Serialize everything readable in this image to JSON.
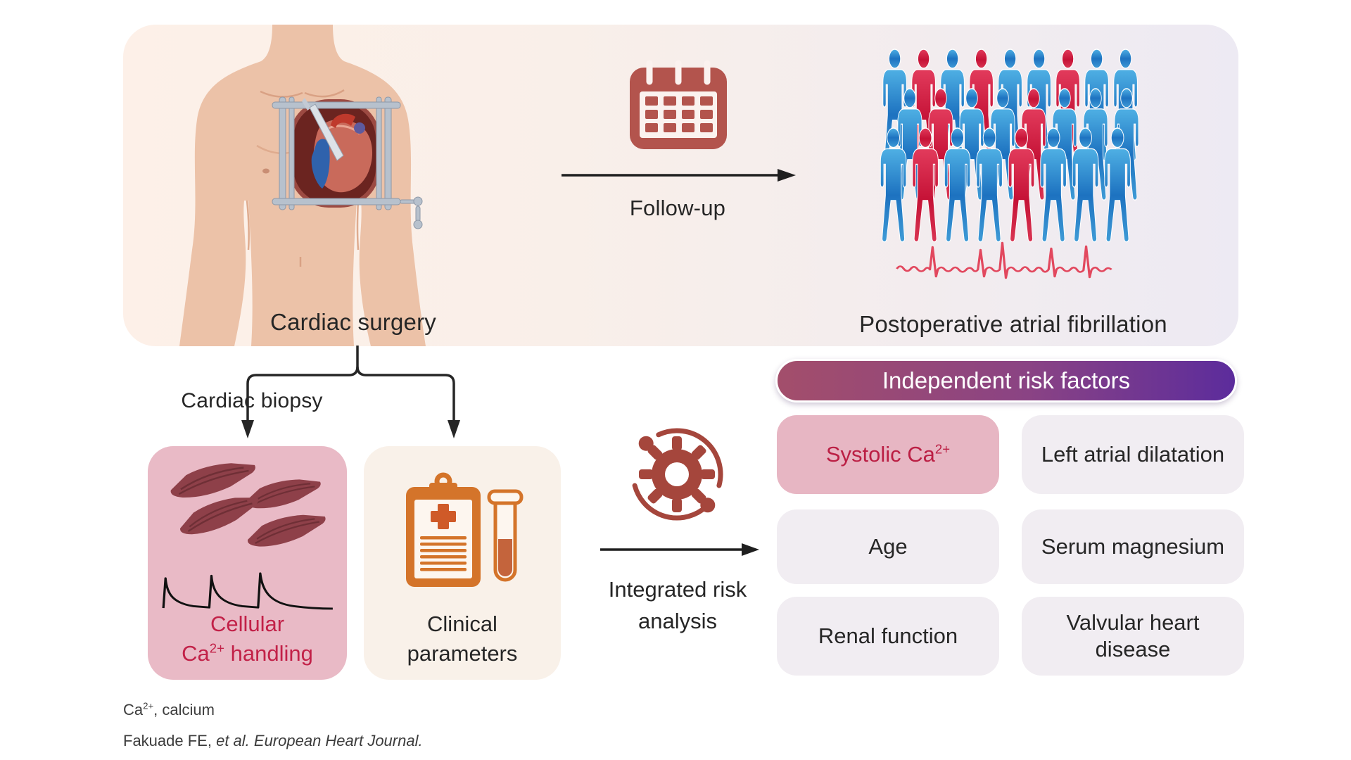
{
  "figure": {
    "background": "#ffffff",
    "top_panel": {
      "cardiac_surgery_label": "Cardiac surgery",
      "follow_up_label": "Follow-up",
      "postoperative_label": "Postoperative atrial fibrillation"
    },
    "biopsy_branch": {
      "cardiac_biopsy_label": "Cardiac biopsy"
    },
    "cellular_box": {
      "line1": "Cellular",
      "ca": "Ca",
      "ca_sup": "2+",
      "rest": " handling"
    },
    "clinical_box": {
      "line1": "Clinical",
      "line2": "parameters"
    },
    "analysis": {
      "line1": "Integrated risk",
      "line2": "analysis"
    },
    "risk_factors": {
      "header": "Independent risk factors",
      "items": [
        {
          "pre": "Systolic Ca",
          "sup": "2+",
          "highlight": true
        },
        {
          "label": "Left atrial dilatation",
          "highlight": false
        },
        {
          "label": "Age",
          "highlight": false
        },
        {
          "label": "Serum magnesium",
          "highlight": false
        },
        {
          "label": "Renal function",
          "highlight": false
        },
        {
          "label": "Valvular heart disease",
          "highlight": false
        }
      ]
    },
    "footnotes": {
      "abbr_ca": "Ca",
      "abbr_sup": "2+",
      "abbr_rest": ", calcium",
      "cite_normal": "Fakuade FE, ",
      "cite_italic_etal": "et al. ",
      "cite_italic_journal": "European Heart Journal."
    },
    "crowd": {
      "rows": [
        {
          "colors": [
            "blue",
            "red",
            "blue",
            "red",
            "blue",
            "blue",
            "red",
            "blue",
            "blue"
          ]
        },
        {
          "colors": [
            "blue",
            "red",
            "blue",
            "blue",
            "red",
            "blue",
            "blue",
            "blue"
          ]
        },
        {
          "colors": [
            "blue",
            "red",
            "blue",
            "blue",
            "red",
            "blue",
            "blue",
            "blue"
          ]
        }
      ]
    },
    "colors": {
      "panel_left": "#fdf0e8",
      "panel_right": "#edeaf3",
      "pink_box": "#e9bac6",
      "cream_box": "#f9f1e9",
      "risk_box": "#f1edf2",
      "risk_highlight_box": "#e7b6c3",
      "crimson_text": "#c22148",
      "header_gradient_left": "#a34e6b",
      "header_gradient_right": "#5c2c9c",
      "calendar_red": "#b3544d",
      "gear_red": "#a5463c",
      "clipboard_orange": "#d4742a",
      "person_blue": "#1d72c0",
      "person_blue_light": "#4fb0e4",
      "person_red": "#d62044",
      "ecg_red": "#e2485e",
      "line_black": "#262626",
      "fiber_maroon": "#8e4049"
    },
    "icons": [
      "calendar-icon",
      "gear-sync-icon",
      "clipboard-icon",
      "test-tube-icon",
      "person-icon",
      "ecg-trace",
      "muscle-fibers-illustration",
      "cardiac-surgery-illustration",
      "calcium-transient-trace"
    ]
  }
}
